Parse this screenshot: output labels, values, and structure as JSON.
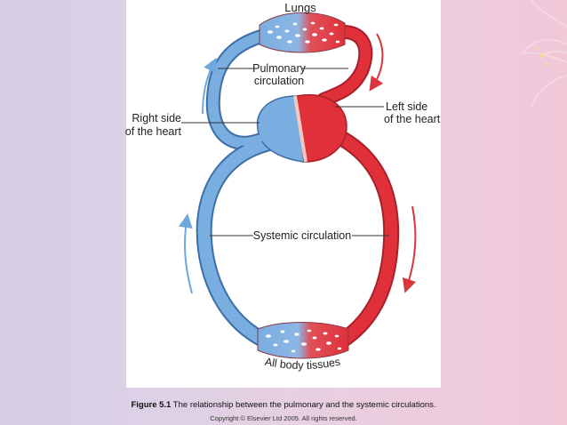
{
  "diagram": {
    "labels": {
      "lungs": "Lungs",
      "pulmonary_line1": "Pulmonary",
      "pulmonary_line2": "circulation",
      "right_side_line1": "Right side",
      "right_side_line2": "of the heart",
      "left_side_line1": "Left side",
      "left_side_line2": "of the heart",
      "systemic": "Systemic circulation",
      "tissues": "All body tissues"
    },
    "colors": {
      "deoxygenated": "#7aaee0",
      "oxygenated": "#e0303a",
      "arrow_blue": "#6fa8dc",
      "arrow_red": "#d9363e"
    }
  },
  "caption": {
    "figure_label": "Figure 5.1",
    "text": " The relationship between the pulmonary and the systemic circulations.",
    "copyright": "Copyright © Elsevier Ltd 2005. All rights reserved."
  }
}
